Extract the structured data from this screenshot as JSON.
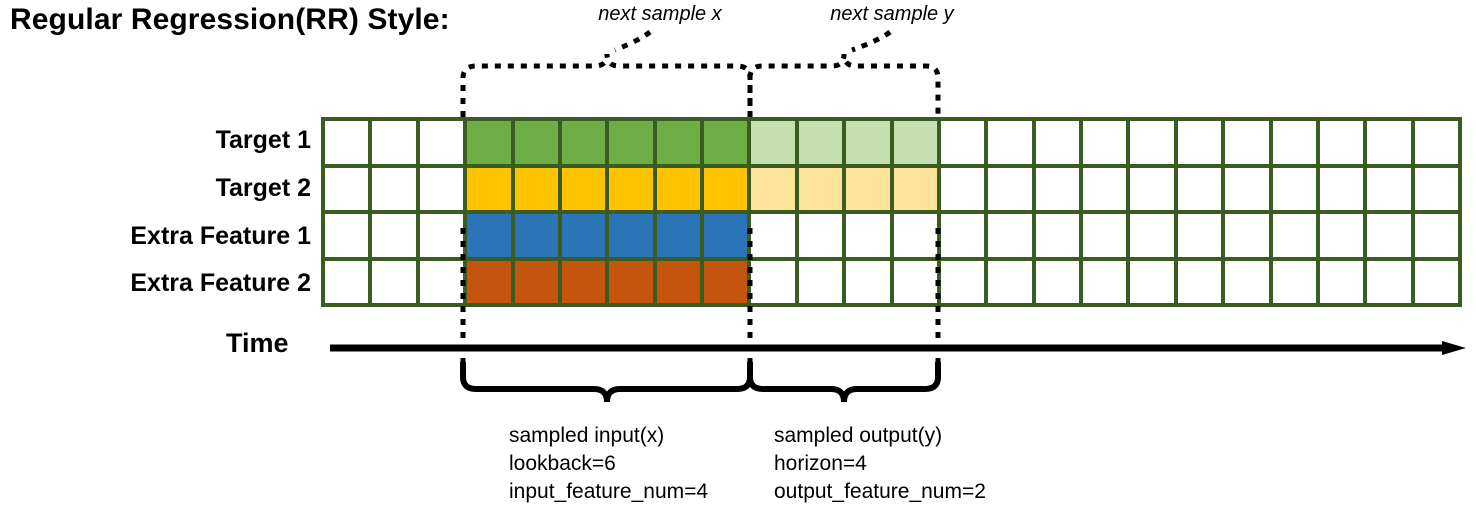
{
  "title": "Regular Regression(RR) Style:",
  "top_annotations": [
    {
      "name": "next-sample-x",
      "label": "next sample x"
    },
    {
      "name": "next-sample-y",
      "label": "next sample y"
    }
  ],
  "rows": [
    {
      "label": "Target 1",
      "kind": "target"
    },
    {
      "label": "Target 2",
      "kind": "target"
    },
    {
      "label": "Extra Feature 1",
      "kind": "feature"
    },
    {
      "label": "Extra Feature 2",
      "kind": "feature"
    }
  ],
  "time_axis": {
    "label": "Time"
  },
  "bottom_annotations": [
    {
      "name": "sampled-input",
      "lines": [
        "sampled input(x)",
        "lookback=6",
        "input_feature_num=4"
      ]
    },
    {
      "name": "sampled-output",
      "lines": [
        "sampled output(y)",
        "horizon=4",
        "output_feature_num=2"
      ]
    }
  ],
  "grid": {
    "total_columns": 24,
    "pad_columns": 3,
    "lookback": 6,
    "horizon": 4,
    "colors": {
      "border": "#3a5c21",
      "empty": "#ffffff",
      "target1": "#6fae46",
      "target2": "#ffc300",
      "target1_light": "#c5dfb0",
      "target2_light": "#fee49a",
      "feature1": "#2b74b8",
      "feature2": "#c5540f"
    },
    "row_fill": [
      {
        "input": "target1",
        "output": "target1_light"
      },
      {
        "input": "target2",
        "output": "target2_light"
      },
      {
        "input": "feature1",
        "output": "empty"
      },
      {
        "input": "feature2",
        "output": "empty"
      }
    ]
  }
}
